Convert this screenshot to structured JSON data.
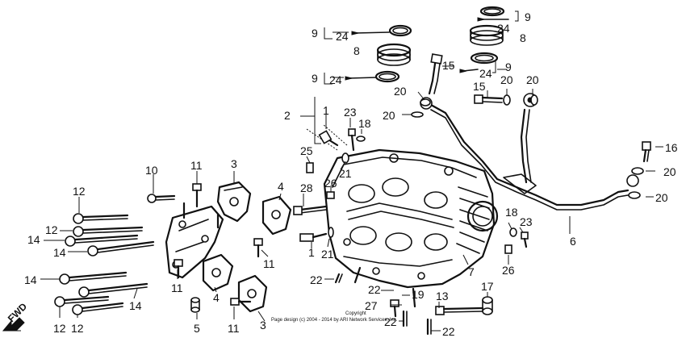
{
  "diagram": {
    "callouts": {
      "c1a": "1",
      "c1b": "1",
      "c2": "2",
      "c3a": "3",
      "c3b": "3",
      "c4a": "4",
      "c4b": "4",
      "c5": "5",
      "c6": "6",
      "c7": "7",
      "c8a": "8",
      "c8b": "8",
      "c9a": "9",
      "c9b": "9",
      "c9c": "9",
      "c9d": "9",
      "c10": "10",
      "c11a": "11",
      "c11b": "11",
      "c11c": "11",
      "c11d": "11",
      "c12a": "12",
      "c12b": "12",
      "c12c": "12",
      "c12d": "12",
      "c13": "13",
      "c14a": "14",
      "c14b": "14",
      "c14c": "14",
      "c14d": "14",
      "c15a": "15",
      "c15b": "15",
      "c16": "16",
      "c17": "17",
      "c18a": "18",
      "c18b": "18",
      "c19": "19",
      "c20a": "20",
      "c20b": "20",
      "c20c": "20",
      "c20d": "20",
      "c20e": "20",
      "c20f": "20",
      "c21a": "21",
      "c21b": "21",
      "c22a": "22",
      "c22b": "22",
      "c22c": "22",
      "c22d": "22",
      "c23a": "23",
      "c23b": "23",
      "c24a": "24",
      "c24b": "24",
      "c24c": "24",
      "c24d": "24",
      "c25": "25",
      "c26a": "26",
      "c26b": "26",
      "c27": "27",
      "c28": "28"
    },
    "fwd_label": "FWD",
    "copyright_line1": "Copyright",
    "copyright_line2": "Page design (c) 2004 - 2014 by ARI Network Services, Inc."
  }
}
